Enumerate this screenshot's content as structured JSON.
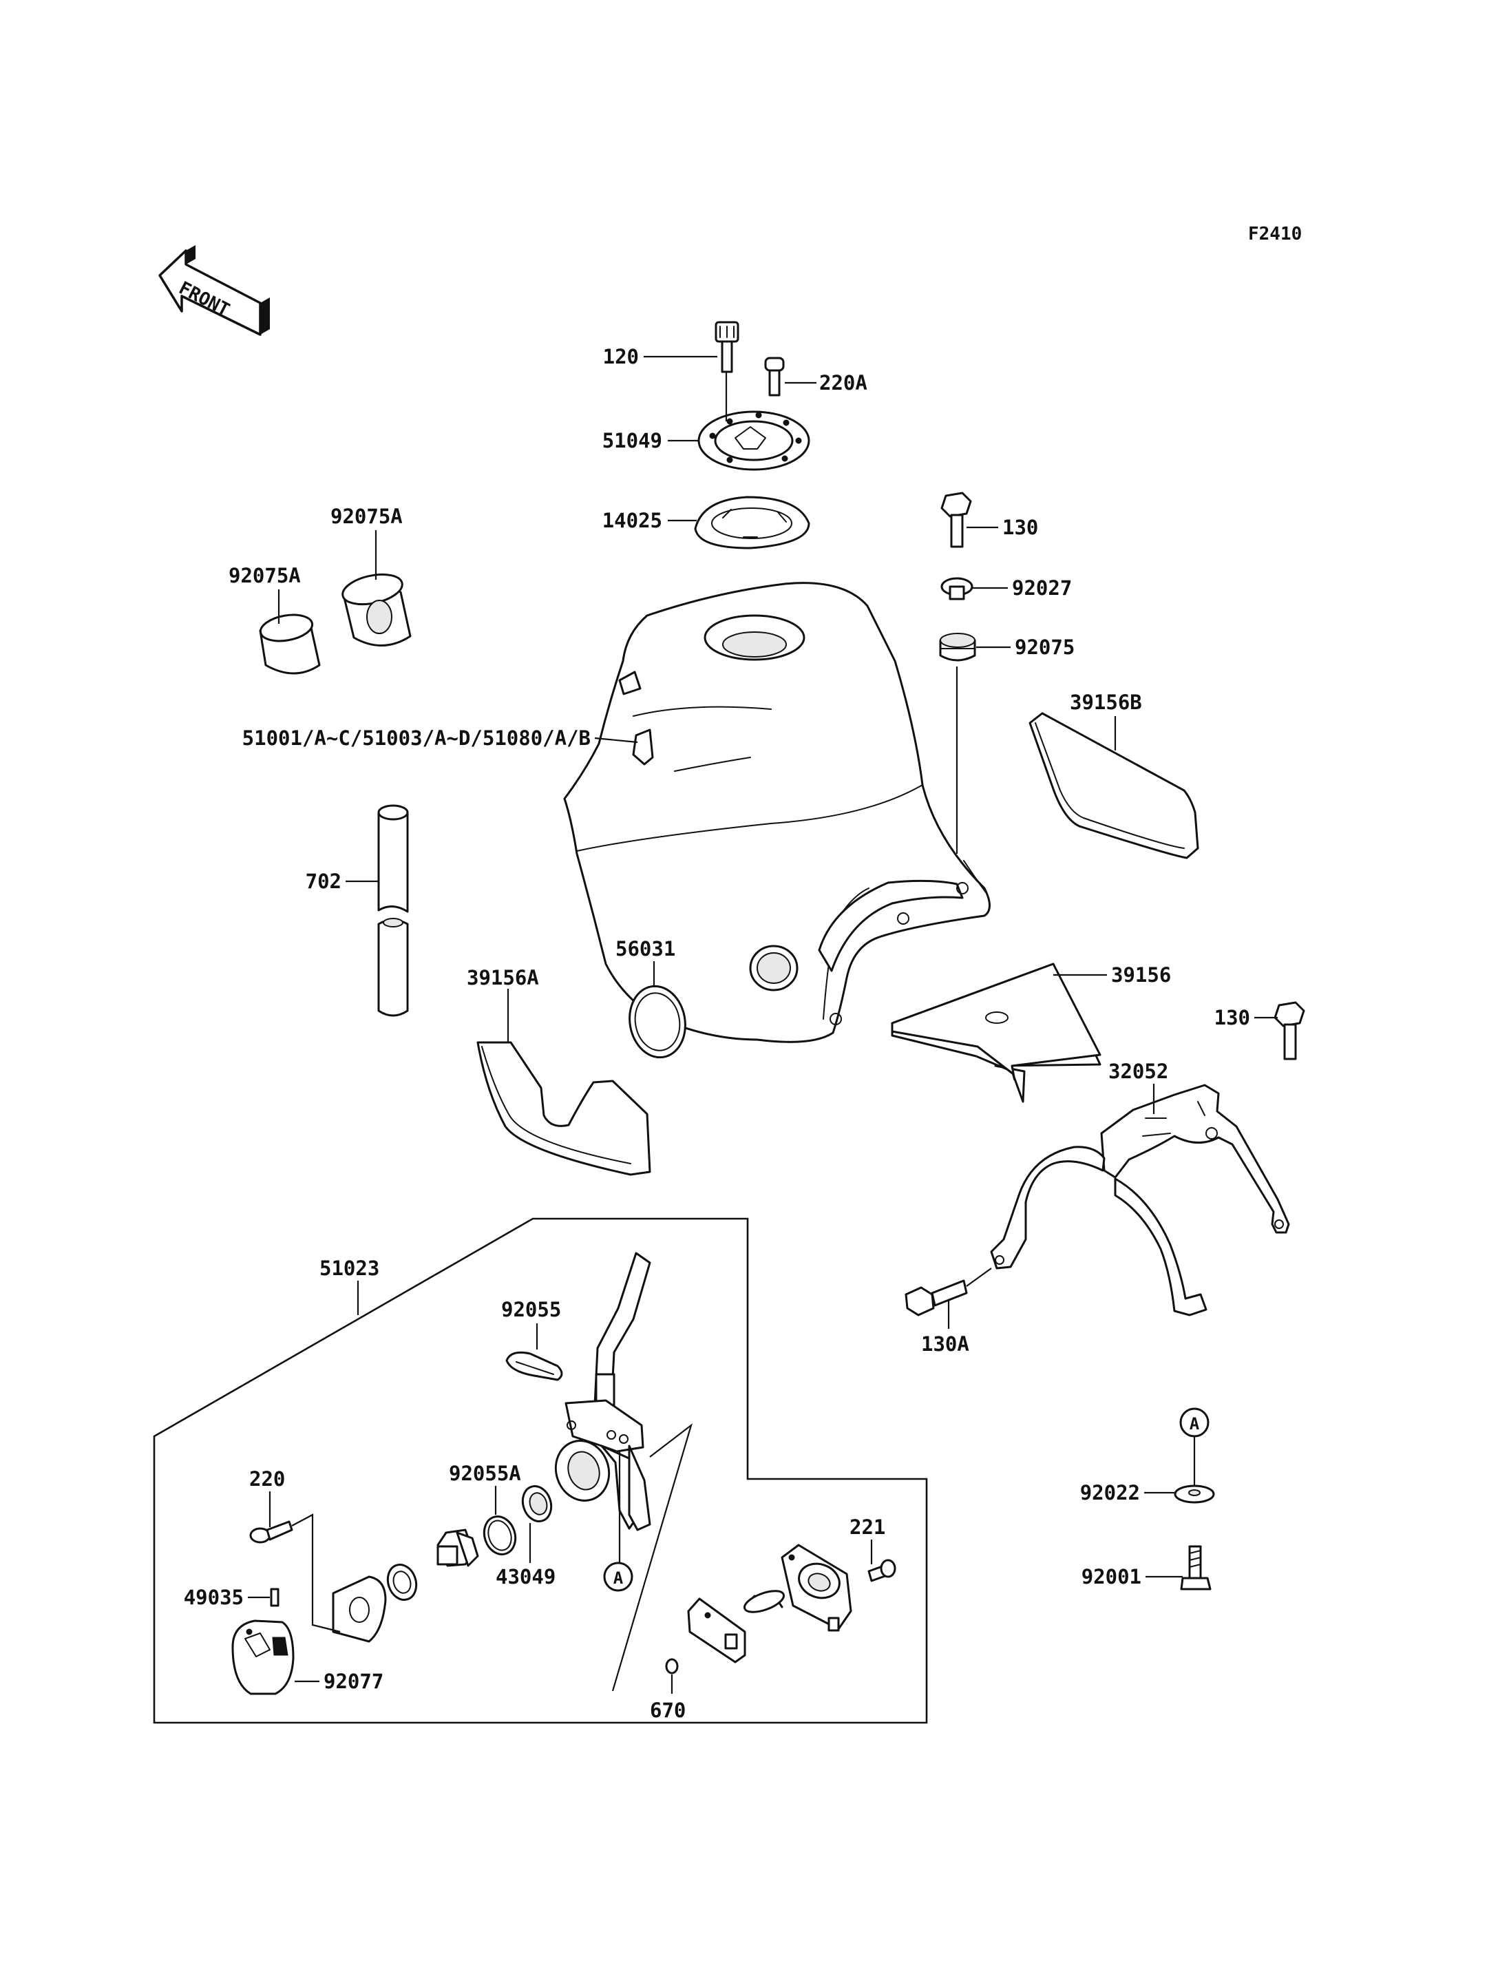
{
  "figure_id": "F2410",
  "front_label": "FRONT",
  "labels": {
    "p120": "120",
    "p220A": "220A",
    "p51049": "51049",
    "p14025": "14025",
    "p130_top": "130",
    "p92027": "92027",
    "p92075": "92075",
    "p92075A_1": "92075A",
    "p92075A_2": "92075A",
    "p39156B": "39156B",
    "p51001": "51001/A~C/51003/A~D/51080/A/B",
    "p702": "702",
    "p56031": "56031",
    "p39156A": "39156A",
    "p39156": "39156",
    "p130_right": "130",
    "p32052": "32052",
    "p130A": "130A",
    "p51023": "51023",
    "p92055": "92055",
    "p220": "220",
    "p92055A": "92055A",
    "p43049": "43049",
    "p221": "221",
    "p49035": "49035",
    "p92077": "92077",
    "p670": "670",
    "p92022": "92022",
    "p92001": "92001"
  },
  "markers": {
    "ref_a_tap": "A",
    "ref_a_washer": "A"
  }
}
